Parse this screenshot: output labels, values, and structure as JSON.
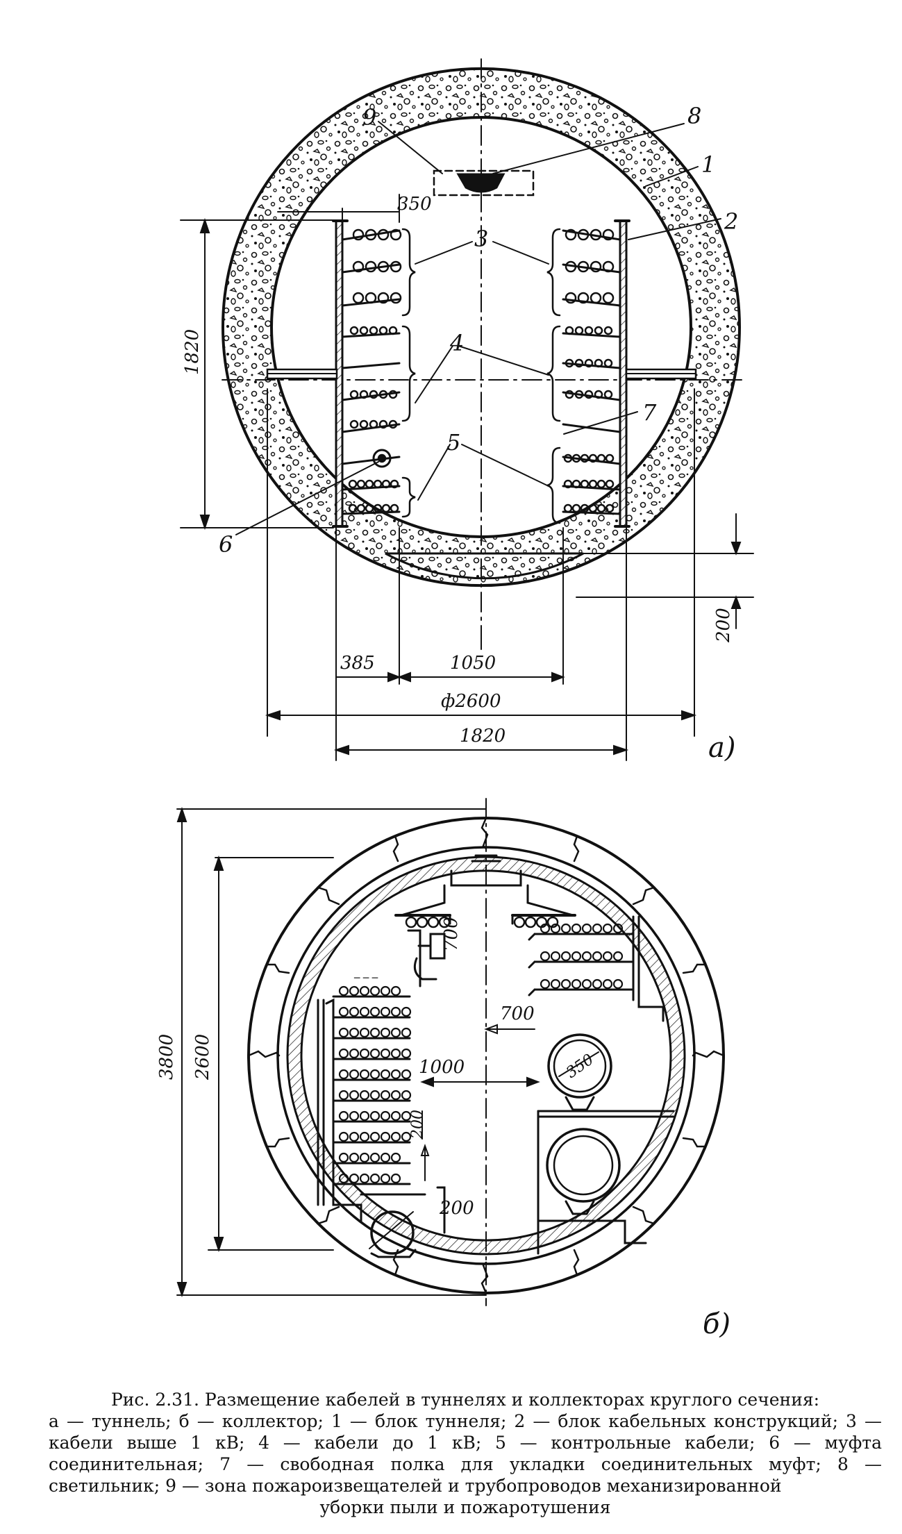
{
  "figure_a": {
    "callouts": [
      "9",
      "8",
      "1",
      "2",
      "3",
      "4",
      "7",
      "5",
      "6"
    ],
    "dims": {
      "w350": "350",
      "h1820": "1820",
      "h200": "200",
      "w385": "385",
      "w1050": "1050",
      "d2600": "ф2600",
      "w1820": "1820"
    },
    "label": "а)"
  },
  "figure_b": {
    "dims": {
      "h3800": "3800",
      "h2600": "2600",
      "v700": "700",
      "h700": "700",
      "d350": "350",
      "w1000": "1000",
      "v200": "200",
      "d200": "200"
    },
    "label": "б)"
  },
  "caption": {
    "title": "Рис. 2.31. Размещение кабелей в туннелях и коллекторах круглого сечения:",
    "body": "а — туннель; б — коллектор; 1 — блок туннеля; 2 — блок кабельных конструкций; 3 — кабели выше 1 кВ; 4 — кабели до 1 кВ; 5 — контрольные кабели; 6 — муфта соединительная; 7 — свободная полка для укладки соединительных муфт; 8 — светильник; 9 — зона пожароизвещателей и трубопроводов механизированной",
    "last": "уборки пыли и пожаротушения"
  }
}
